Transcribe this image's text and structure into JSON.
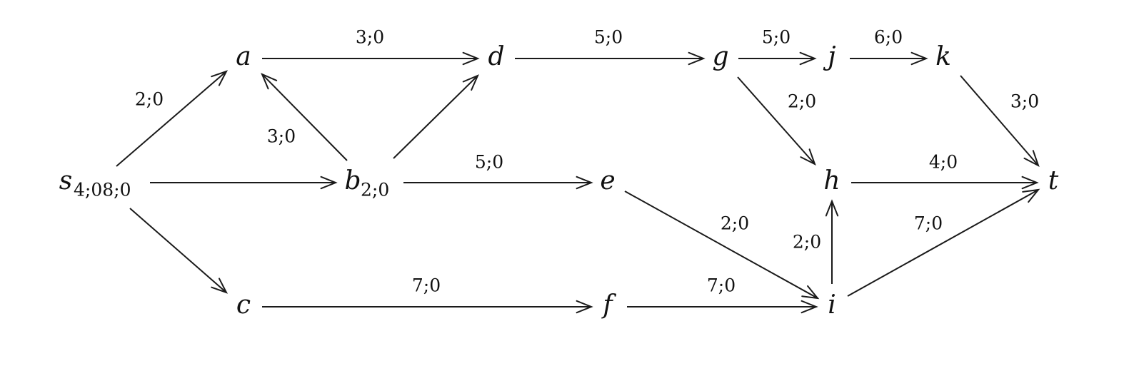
{
  "graph": {
    "nodes": [
      {
        "id": "s",
        "label": "s",
        "sub": "4;08;0"
      },
      {
        "id": "a",
        "label": "a",
        "sub": ""
      },
      {
        "id": "b",
        "label": "b",
        "sub": "2;0"
      },
      {
        "id": "c",
        "label": "c",
        "sub": ""
      },
      {
        "id": "d",
        "label": "d",
        "sub": ""
      },
      {
        "id": "e",
        "label": "e",
        "sub": ""
      },
      {
        "id": "f",
        "label": "f",
        "sub": ""
      },
      {
        "id": "g",
        "label": "g",
        "sub": ""
      },
      {
        "id": "h",
        "label": "h",
        "sub": ""
      },
      {
        "id": "i",
        "label": "i",
        "sub": ""
      },
      {
        "id": "j",
        "label": "j",
        "sub": ""
      },
      {
        "id": "k",
        "label": "k",
        "sub": ""
      },
      {
        "id": "t",
        "label": "t",
        "sub": ""
      }
    ],
    "edges": [
      {
        "from": "s",
        "to": "a",
        "label": "2;0"
      },
      {
        "from": "s",
        "to": "b",
        "label": ""
      },
      {
        "from": "s",
        "to": "c",
        "label": ""
      },
      {
        "from": "b",
        "to": "a",
        "label": "3;0"
      },
      {
        "from": "a",
        "to": "d",
        "label": "3;0"
      },
      {
        "from": "b",
        "to": "d",
        "label": ""
      },
      {
        "from": "b",
        "to": "e",
        "label": "5;0"
      },
      {
        "from": "c",
        "to": "f",
        "label": "7;0"
      },
      {
        "from": "d",
        "to": "g",
        "label": "5;0"
      },
      {
        "from": "e",
        "to": "i",
        "label": "2;0"
      },
      {
        "from": "f",
        "to": "i",
        "label": "7;0"
      },
      {
        "from": "g",
        "to": "j",
        "label": "5;0"
      },
      {
        "from": "g",
        "to": "h",
        "label": "2;0"
      },
      {
        "from": "i",
        "to": "h",
        "label": "2;0"
      },
      {
        "from": "j",
        "to": "k",
        "label": "6;0"
      },
      {
        "from": "h",
        "to": "t",
        "label": "4;0"
      },
      {
        "from": "i",
        "to": "t",
        "label": "7;0"
      },
      {
        "from": "k",
        "to": "t",
        "label": "3;0"
      }
    ]
  }
}
